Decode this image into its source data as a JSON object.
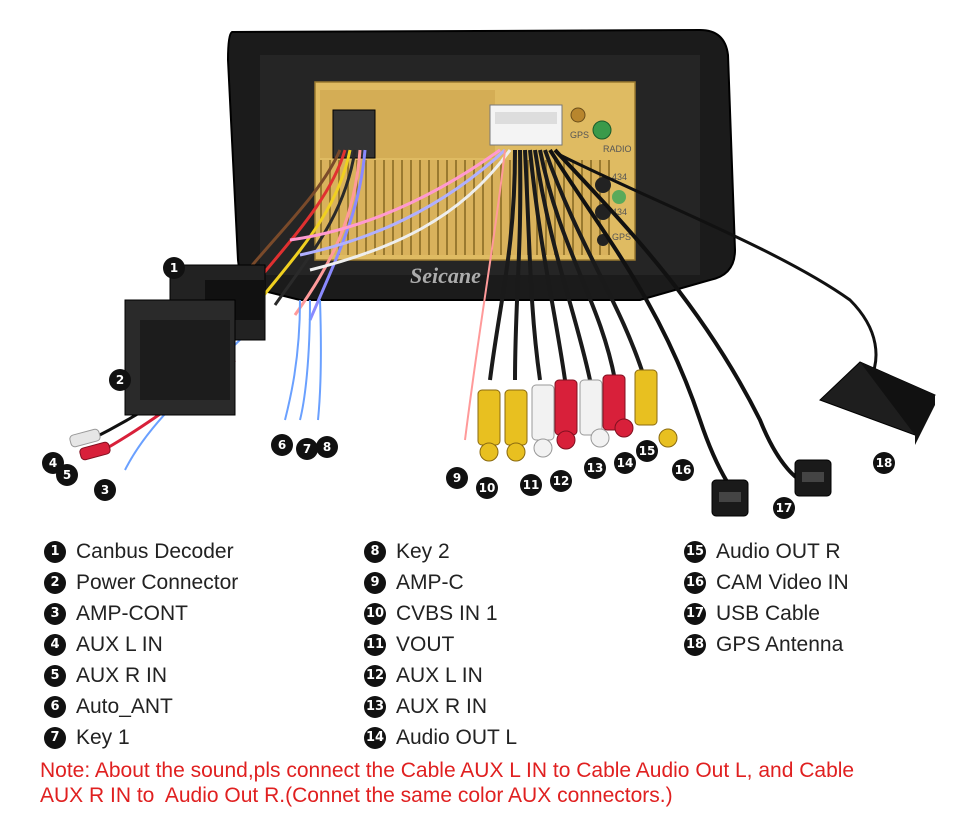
{
  "brand_watermark": "Seicane",
  "panel_labels": {
    "gps": "GPS",
    "radio": "RADIO",
    "port_a": "434",
    "port_b": "434",
    "port_c": "GPS"
  },
  "colors": {
    "note_red": "#e02020",
    "frame": "#1a1a1a",
    "chassis_gold": "#d9b25c",
    "rca_red": "#d8203a",
    "rca_white": "#f2f2f2",
    "rca_yellow": "#e8c020"
  },
  "callouts": [
    "1",
    "2",
    "3",
    "4",
    "5",
    "6",
    "7",
    "8",
    "9",
    "10",
    "11",
    "12",
    "13",
    "14",
    "15",
    "16",
    "17",
    "18"
  ],
  "legend": {
    "col1": [
      {
        "num": "1",
        "label": "Canbus Decoder"
      },
      {
        "num": "2",
        "label": "Power Connector"
      },
      {
        "num": "3",
        "label": "AMP-CONT"
      },
      {
        "num": "4",
        "label": "AUX L IN"
      },
      {
        "num": "5",
        "label": "AUX R IN"
      },
      {
        "num": "6",
        "label": "Auto_ANT"
      },
      {
        "num": "7",
        "label": "Key 1"
      }
    ],
    "col2": [
      {
        "num": "8",
        "label": "Key 2"
      },
      {
        "num": "9",
        "label": "AMP-C"
      },
      {
        "num": "10",
        "label": "CVBS IN 1"
      },
      {
        "num": "11",
        "label": "VOUT"
      },
      {
        "num": "12",
        "label": "AUX L IN"
      },
      {
        "num": "13",
        "label": "AUX R IN"
      },
      {
        "num": "14",
        "label": "Audio OUT L"
      }
    ],
    "col3": [
      {
        "num": "15",
        "label": "Audio OUT R"
      },
      {
        "num": "16",
        "label": "CAM Video IN"
      },
      {
        "num": "17",
        "label": "USB Cable"
      },
      {
        "num": "18",
        "label": "GPS Antenna"
      }
    ]
  },
  "note": {
    "line1": "Note: About the sound,pls connect the Cable AUX L IN to Cable Audio Out L, and Cable",
    "line2": "AUX R IN to  Audio Out R.(Connet the same color AUX connectors.)"
  }
}
